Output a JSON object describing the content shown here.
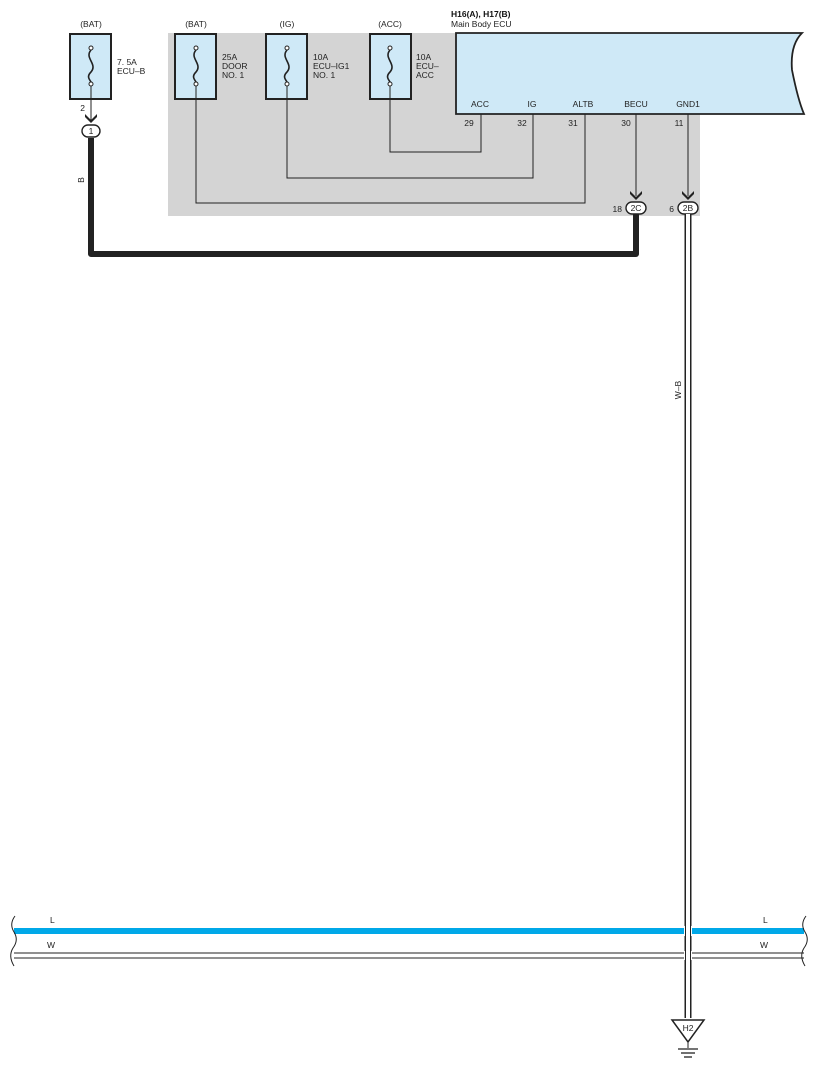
{
  "ecu": {
    "codes": "H16(A), H17(B)",
    "name": "Main Body ECU",
    "pins": [
      {
        "name": "ACC",
        "num": "29"
      },
      {
        "name": "IG",
        "num": "32"
      },
      {
        "name": "ALTB",
        "num": "31"
      },
      {
        "name": "BECU",
        "num": "30"
      },
      {
        "name": "GND1",
        "num": "11"
      }
    ]
  },
  "fuses": [
    {
      "source": "(BAT)",
      "lines": [
        "7. 5A",
        "ECU–B"
      ]
    },
    {
      "source": "(BAT)",
      "lines": [
        "25A",
        "DOOR",
        "NO. 1"
      ]
    },
    {
      "source": "(IG)",
      "lines": [
        "10A",
        "ECU–IG1",
        "NO. 1"
      ]
    },
    {
      "source": "(ACC)",
      "lines": [
        "10A",
        "ECU–",
        "ACC"
      ]
    }
  ],
  "connectors": {
    "fuse_pin": "2",
    "j1": "1",
    "c2c_pin": "18",
    "c2c": "2C",
    "c2b_pin": "6",
    "c2b": "2B"
  },
  "wires": {
    "b": "B",
    "wb": "W–B",
    "l_left": "L",
    "l_right": "L",
    "w_left": "W",
    "w_right": "W"
  },
  "ground": {
    "label": "H2"
  },
  "colors": {
    "panel": "#d4d4d4",
    "ecu_fill": "#cfe9f7",
    "fuse_fill": "#cfe9f7",
    "wire_l": "#00a8e8",
    "wire_dark": "#222222"
  }
}
